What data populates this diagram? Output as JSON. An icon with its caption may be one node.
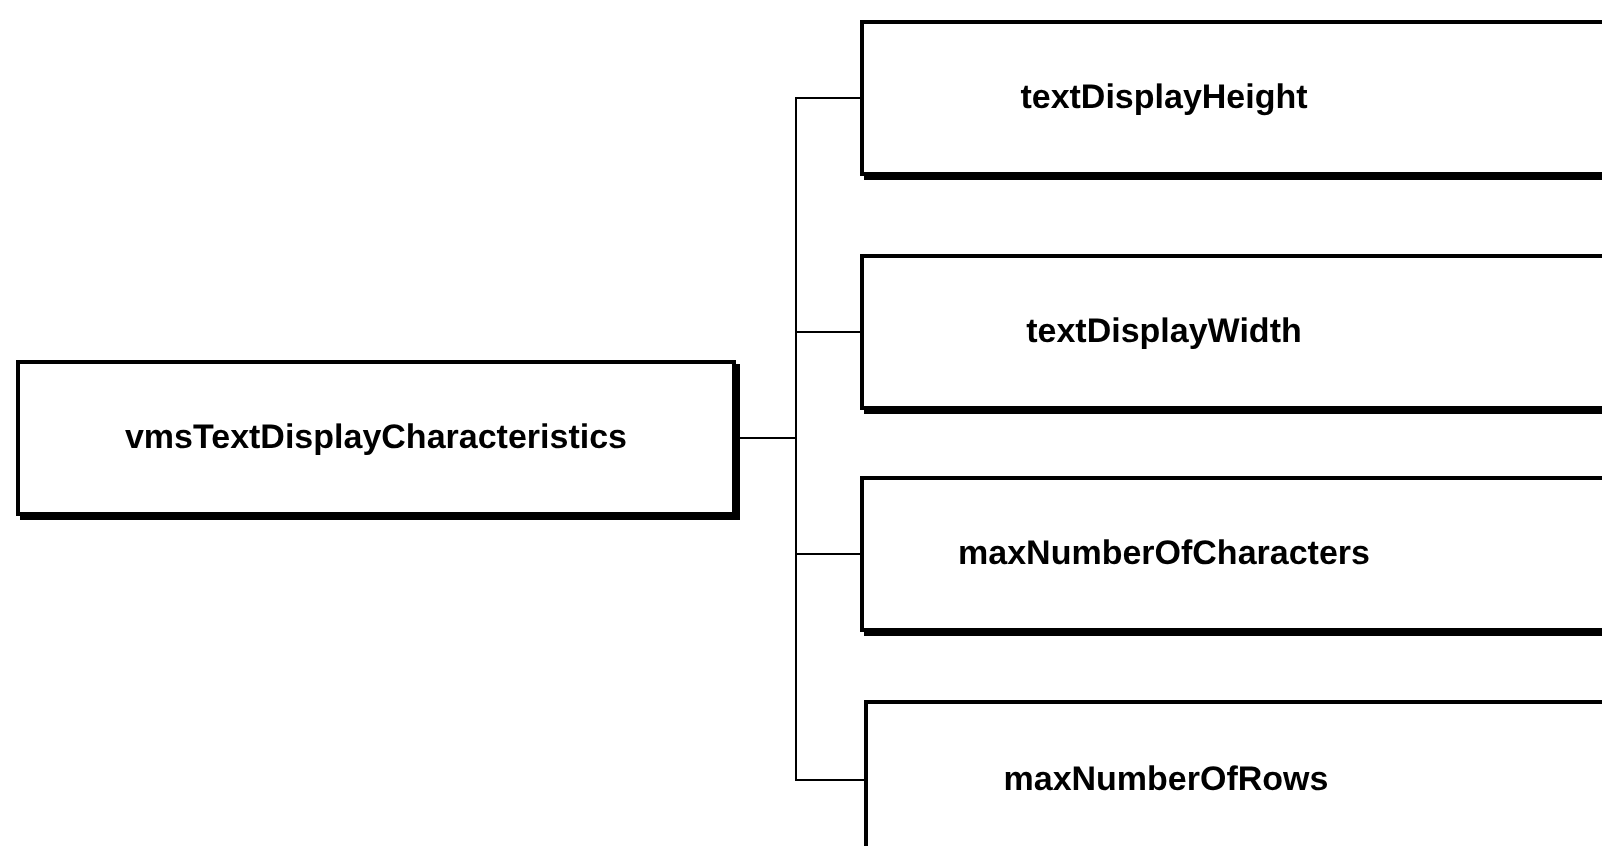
{
  "diagram": {
    "nodes": [
      {
        "text": [
          "vmsTextDisplayCharacteristics"
        ]
      },
      {
        "text": [
          "textDisplayHeight"
        ]
      },
      {
        "text": [
          "textDisplayWidth"
        ]
      },
      {
        "text": [
          "maxNumberOfCharacters"
        ]
      },
      {
        "text": [
          "maxNumberOfRows"
        ]
      }
    ],
    "edges": [
      {
        "from": 0,
        "to": 1,
        "arrow": "none"
      },
      {
        "from": 0,
        "to": 2,
        "arrow": "none"
      },
      {
        "from": 0,
        "to": 3,
        "arrow": "none"
      },
      {
        "from": 0,
        "to": 4,
        "arrow": "none"
      }
    ]
  }
}
